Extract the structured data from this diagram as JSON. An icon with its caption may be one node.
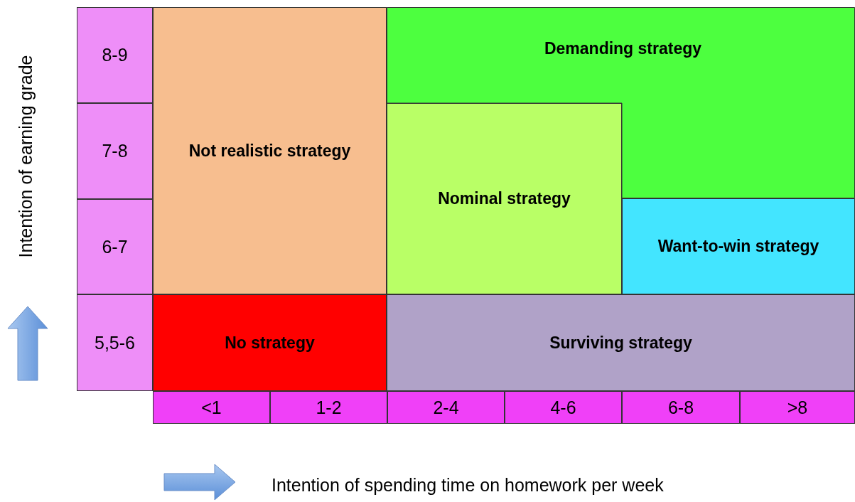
{
  "diagram": {
    "nodes": [
      {
        "text": [
          "8-9"
        ]
      },
      {
        "text": [
          "Not realistic strategy"
        ]
      },
      {
        "text": [
          "Demanding strategy"
        ]
      },
      {
        "text": [
          "7-8"
        ]
      },
      {
        "text": [
          "Nominal strategy"
        ]
      },
      {
        "text": [
          "6-7"
        ]
      },
      {
        "text": [
          "Want-to-win strategy"
        ]
      },
      {
        "text": [
          "5,5-6"
        ]
      },
      {
        "text": [
          "No strategy"
        ]
      },
      {
        "text": [
          "Surviving strategy"
        ]
      },
      {
        "text": [
          "<1"
        ]
      },
      {
        "text": [
          "1-2"
        ]
      },
      {
        "text": [
          "2-4"
        ]
      },
      {
        "text": [
          "4-6"
        ]
      },
      {
        "text": [
          "6-8"
        ]
      },
      {
        "text": [
          ">8"
        ]
      }
    ],
    "edges": [],
    "labels": [
      "Intention of earning grade",
      "Intention of spending time on homework per week"
    ]
  }
}
